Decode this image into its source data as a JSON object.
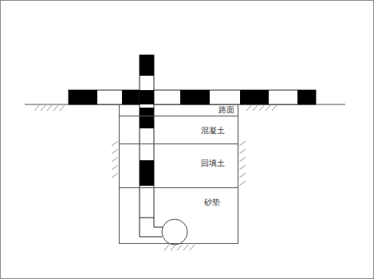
{
  "diagram": {
    "nodes": [
      {
        "text": [
          "路面"
        ]
      },
      {
        "text": [
          "混凝土"
        ]
      },
      {
        "text": [
          "回填土"
        ]
      },
      {
        "text": [
          "砂垫"
        ]
      }
    ]
  }
}
